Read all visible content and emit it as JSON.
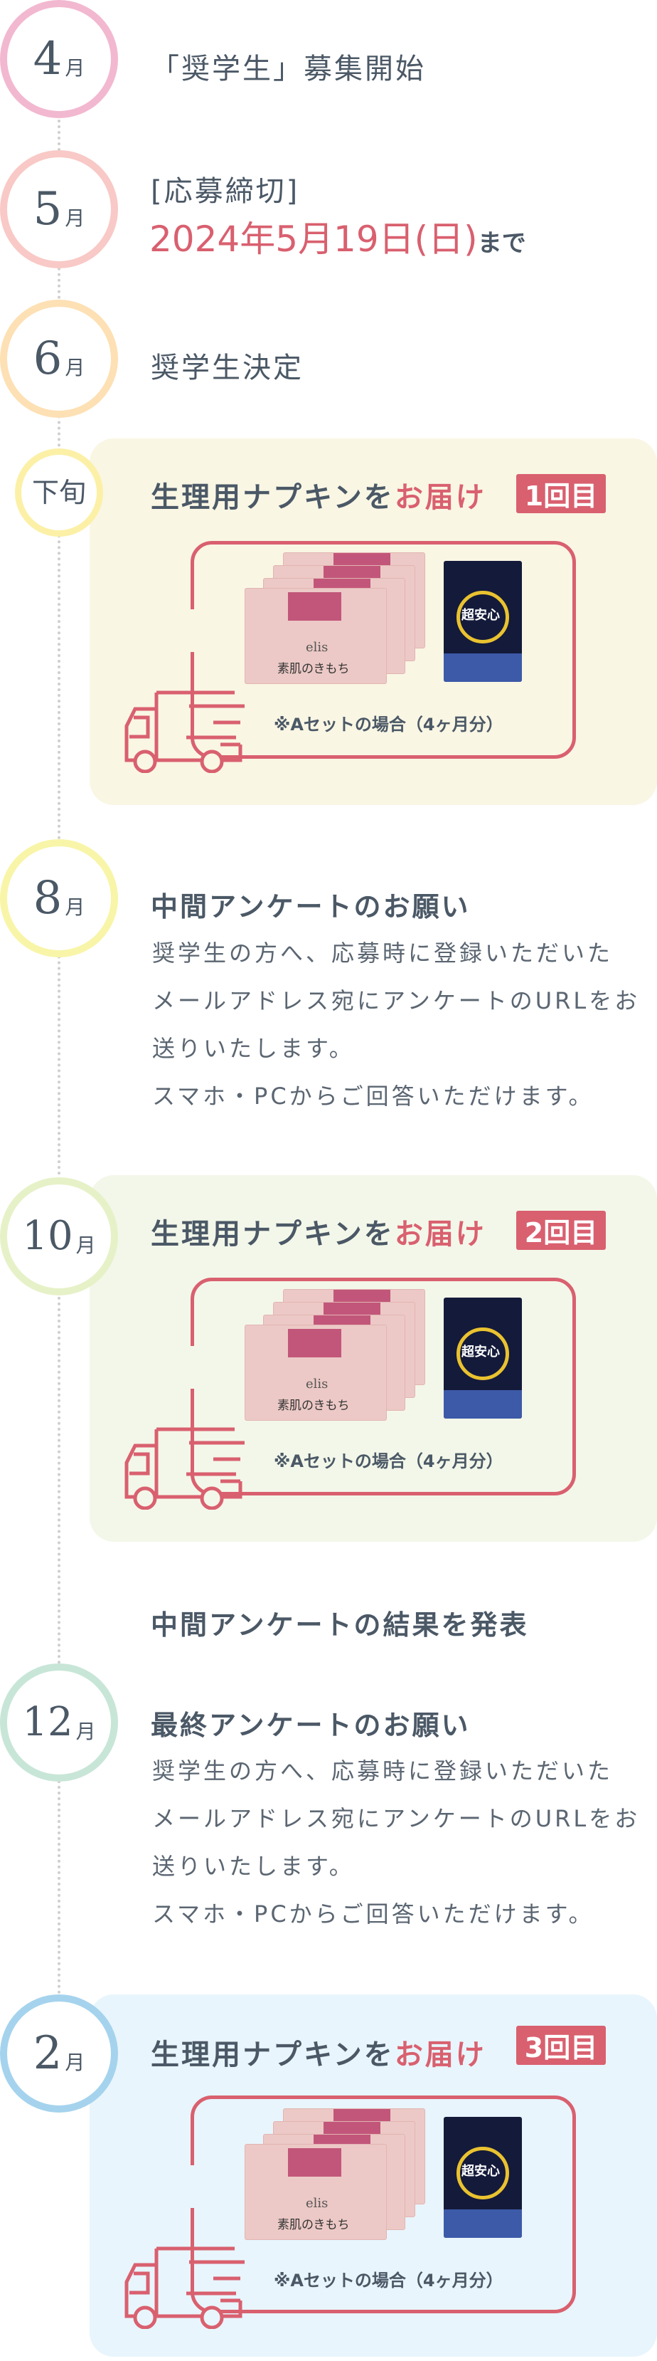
{
  "colors": {
    "accent": "#d9606f",
    "text": "#4b5866"
  },
  "steps": {
    "apr": {
      "num": "4",
      "unit": "月",
      "title": "「奨学生」募集開始"
    },
    "may": {
      "num": "5",
      "unit": "月",
      "title": "[応募締切]",
      "deadline": "2024年5月19日(日)",
      "deadline_suffix": "まで"
    },
    "jun": {
      "num": "6",
      "unit": "月",
      "title": "奨学生決定"
    },
    "late_jun": {
      "label": "下旬"
    },
    "aug": {
      "num": "8",
      "unit": "月",
      "title": "中間アンケートのお願い",
      "body": [
        "奨学生の方へ、応募時に登録いただいた",
        "メールアドレス宛にアンケートのURLをお",
        "送りいたします。",
        "スマホ・PCからご回答いただけます。"
      ]
    },
    "oct": {
      "num": "10",
      "unit": "月"
    },
    "result": {
      "title": "中間アンケートの結果を発表"
    },
    "dec": {
      "num": "12",
      "unit": "月",
      "title": "最終アンケートのお願い",
      "body": [
        "奨学生の方へ、応募時に登録いただいた",
        "メールアドレス宛にアンケートのURLをお",
        "送りいたします。",
        "スマホ・PCからご回答いただけます。"
      ]
    },
    "feb": {
      "num": "2",
      "unit": "月"
    }
  },
  "delivery": {
    "title_main": "生理用ナプキンを",
    "title_accent": "お届け",
    "caption": "※Aセットの場合（4ヶ月分）",
    "product_name": "素肌のきもち",
    "brand": "elis",
    "product2_name": "超安心",
    "badges": [
      "1回目",
      "2回目",
      "3回目"
    ]
  }
}
